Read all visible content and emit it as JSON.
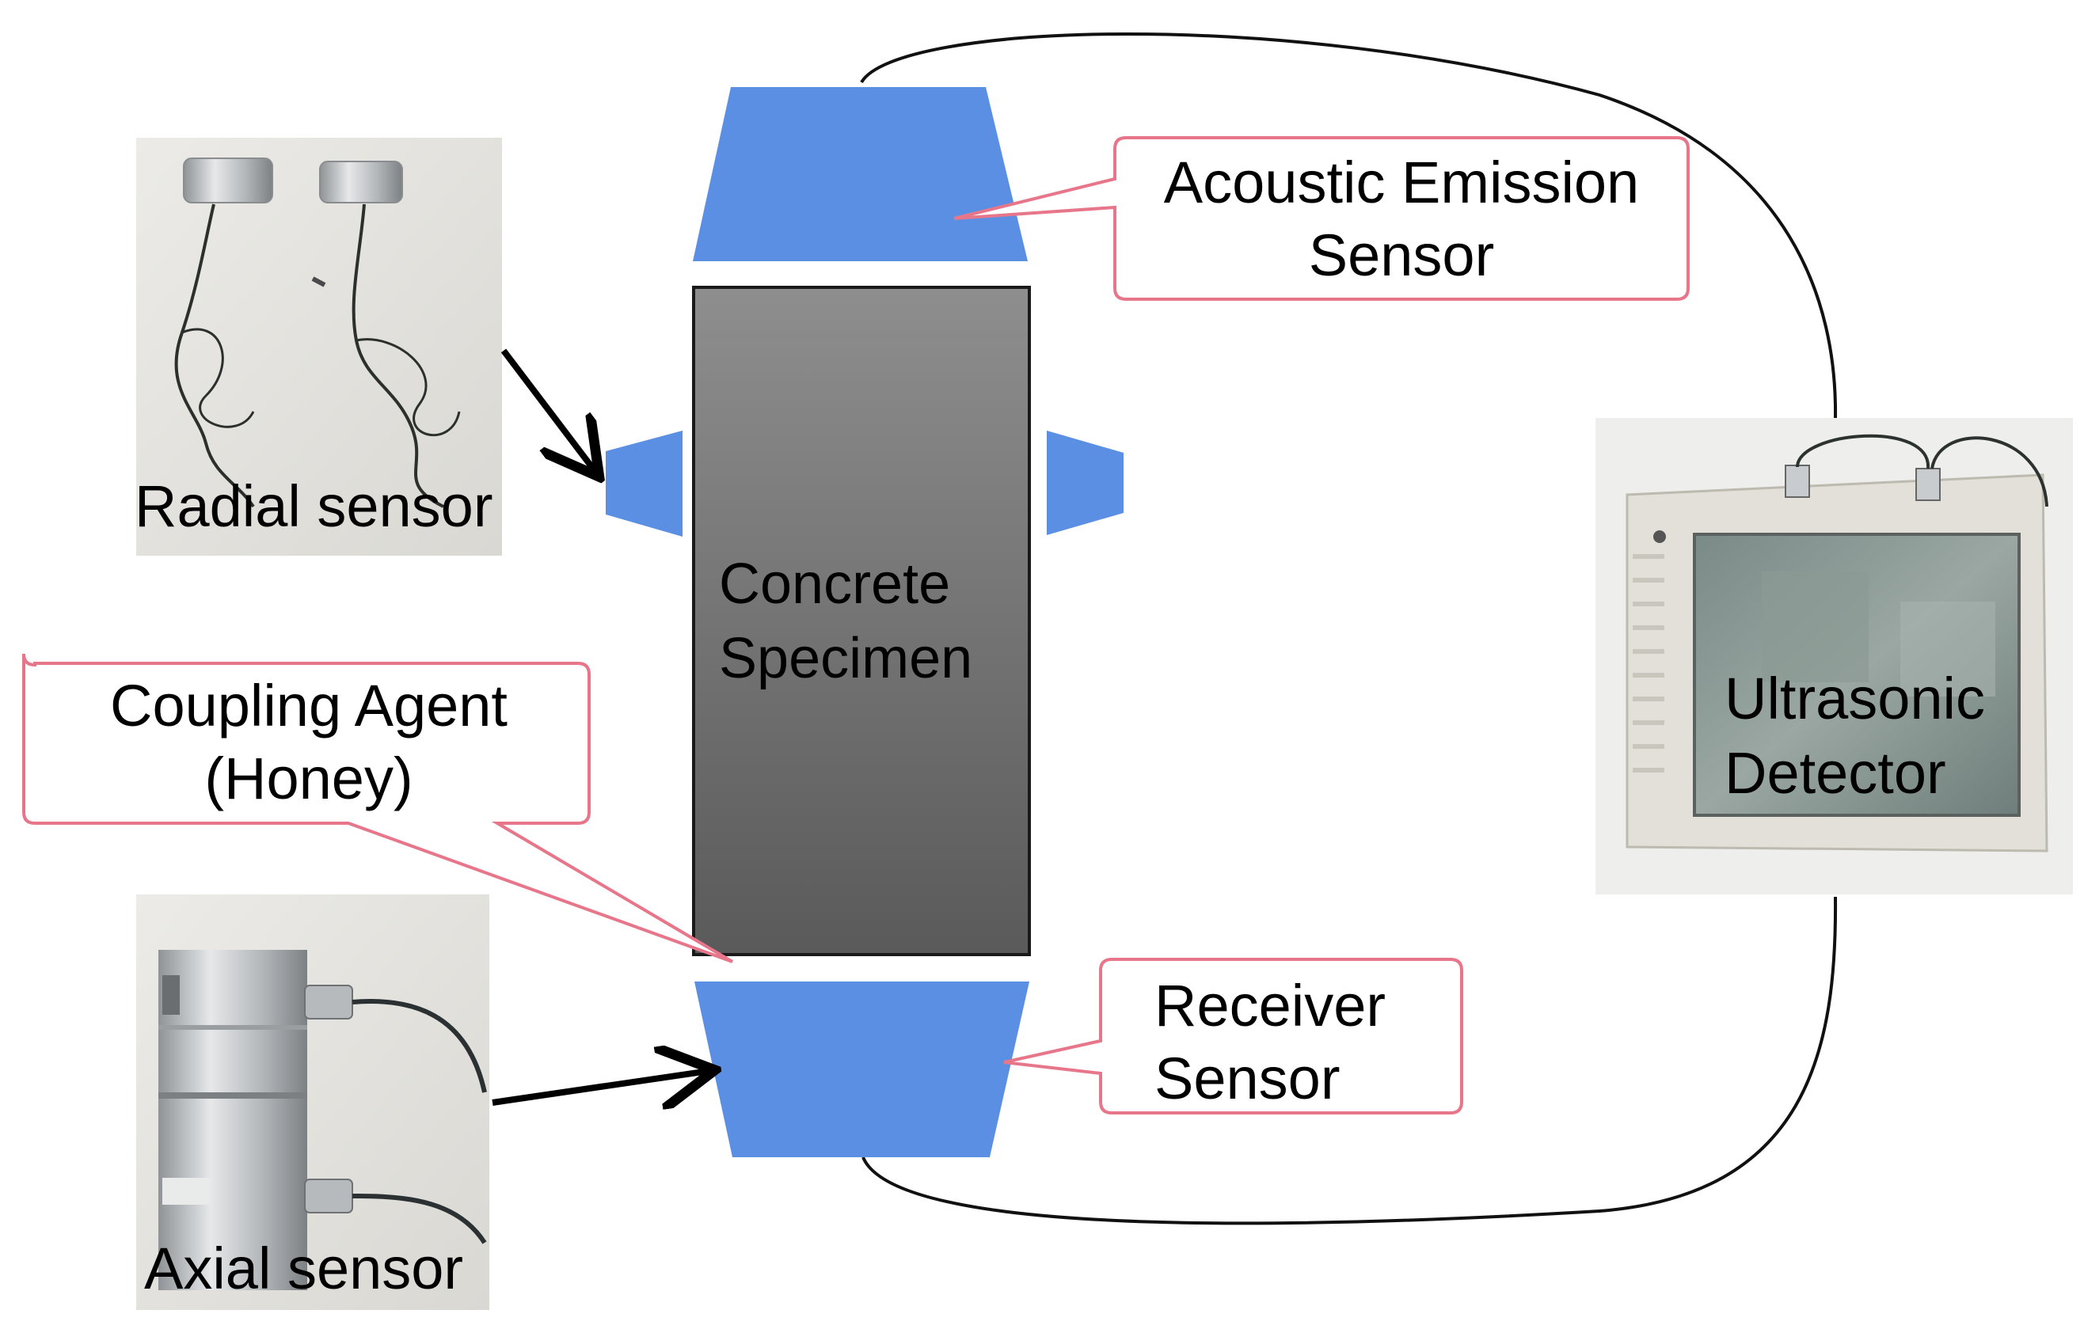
{
  "colors": {
    "sensor_fill": "#5b8fe3",
    "specimen_fill_top": "#8a8a8a",
    "specimen_fill_bottom": "#5c5c5c",
    "callout_border": "#e8768a",
    "connector_line": "#000000"
  },
  "labels": {
    "radial_sensor": "Radial sensor",
    "axial_sensor": "Axial sensor",
    "specimen_line1": "Concrete",
    "specimen_line2": "Specimen",
    "detector_line1": "Ultrasonic",
    "detector_line2": "Detector"
  },
  "callouts": {
    "acoustic_line1": "Acoustic Emission",
    "acoustic_line2": "Sensor",
    "coupling_line1": "Coupling Agent",
    "coupling_line2": "(Honey)",
    "receiver_line1": "Receiver",
    "receiver_line2": "Sensor"
  },
  "icons": {
    "radial_photo": "radial-sensor-photo",
    "axial_photo": "axial-sensor-photo",
    "detector_photo": "ultrasonic-detector-photo"
  }
}
